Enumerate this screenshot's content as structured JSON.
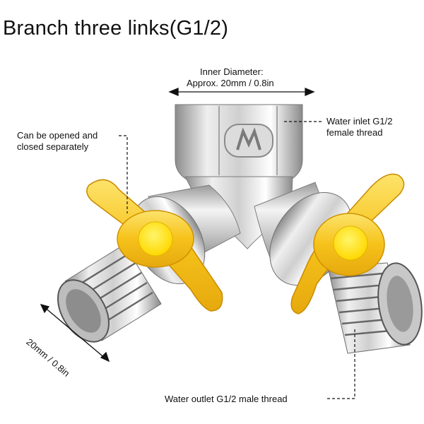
{
  "title": "Branch three links(G1/2)",
  "annotations": {
    "inner_diameter_line1": "Inner Diameter:",
    "inner_diameter_line2": "Approx. 20mm / 0.8in",
    "inlet_line1": "Water inlet G1/2",
    "inlet_line2": "female thread",
    "valve_line1": "Can be opened and",
    "valve_line2": "closed separately",
    "outlet_size": "20mm / 0.8in",
    "outlet": "Water outlet G1/2 male thread"
  },
  "colors": {
    "chrome_light": "#f2f2f2",
    "chrome_mid": "#c9c9c9",
    "chrome_dark": "#7d7d7d",
    "handle_yellow": "#f6c21a",
    "handle_yellow_light": "#fde36b",
    "knob_yellow": "#ffe600"
  }
}
